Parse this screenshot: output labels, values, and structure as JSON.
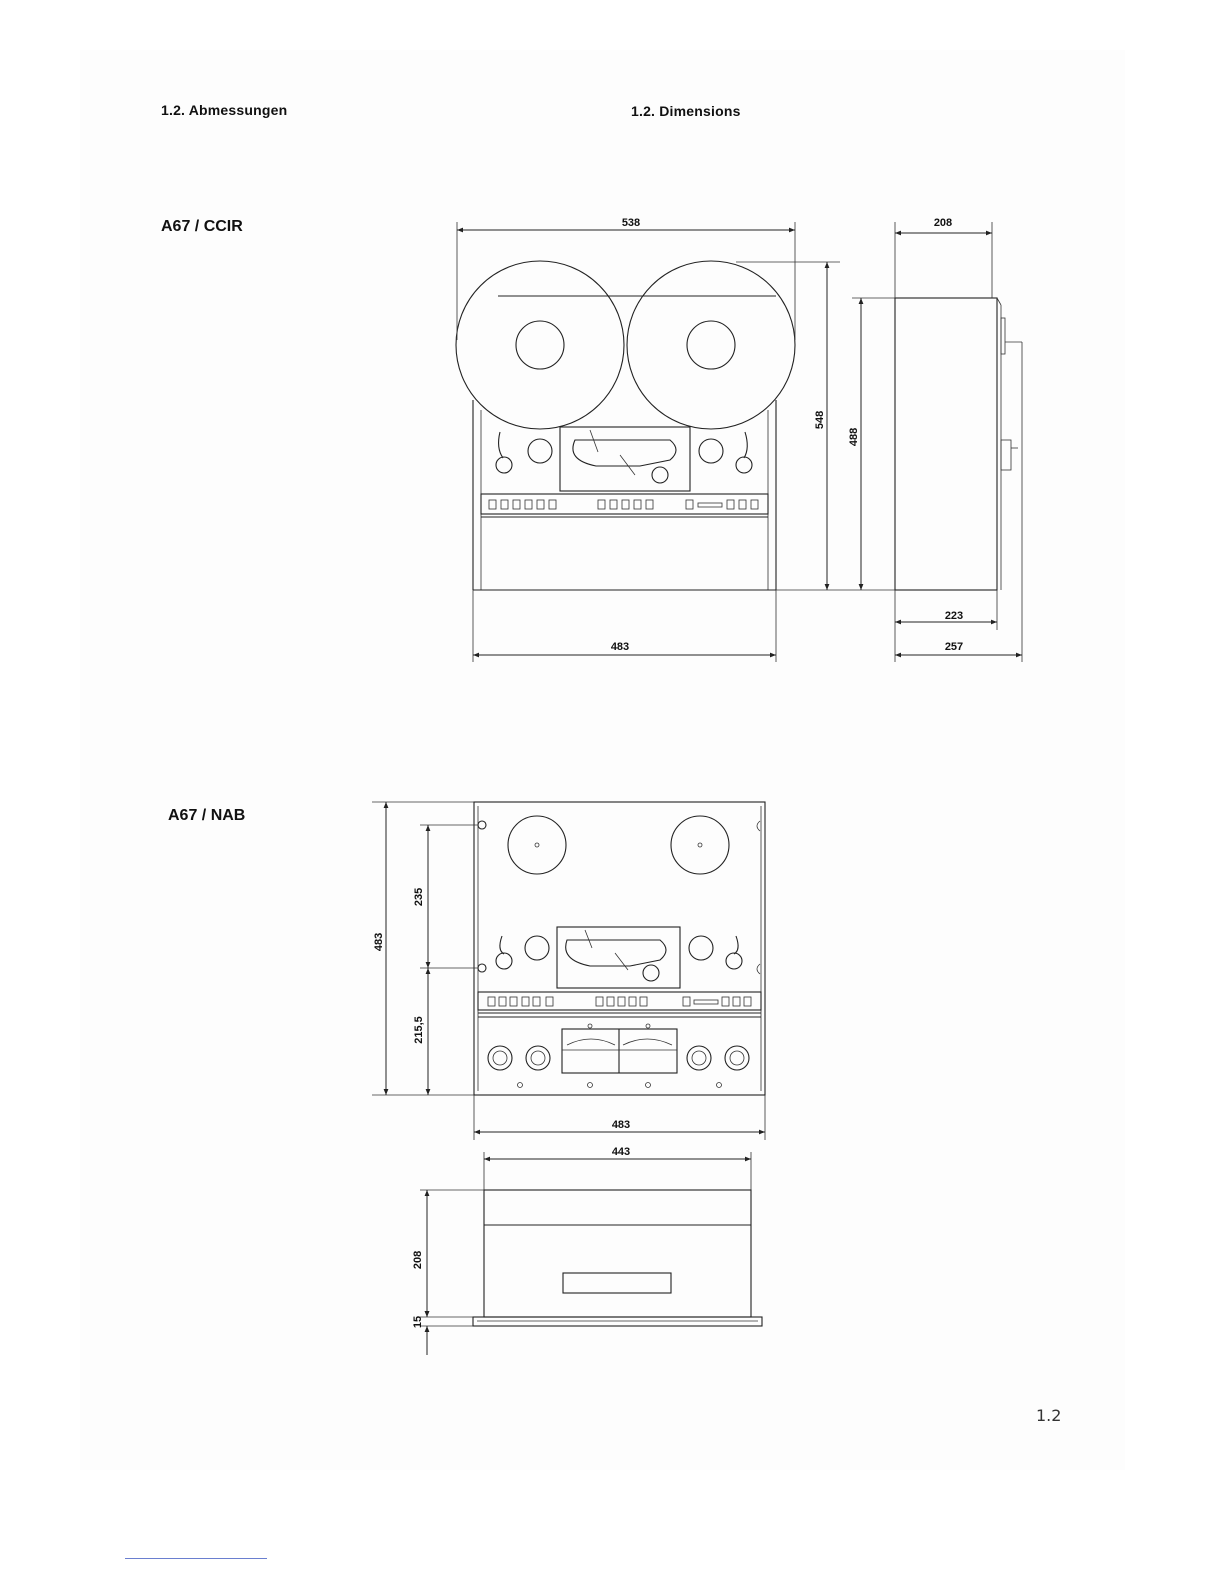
{
  "headings": {
    "left": "1.2. Abmessungen",
    "right": "1.2. Dimensions"
  },
  "models": {
    "ccir": "A67 / CCIR",
    "nab": "A67 / NAB"
  },
  "dimensions": {
    "ccir": {
      "overall_width": "538",
      "side_depth_top": "208",
      "overall_height": "548",
      "cabinet_height": "488",
      "front_width": "483",
      "side_depth_223": "223",
      "side_depth_257": "257"
    },
    "nab": {
      "panel_height": "483",
      "upper_spacing": "235",
      "lower_spacing": "215,5",
      "front_width": "483",
      "inner_width": "443",
      "body_height": "208",
      "base_height": "15"
    }
  },
  "page_number": "1.2"
}
